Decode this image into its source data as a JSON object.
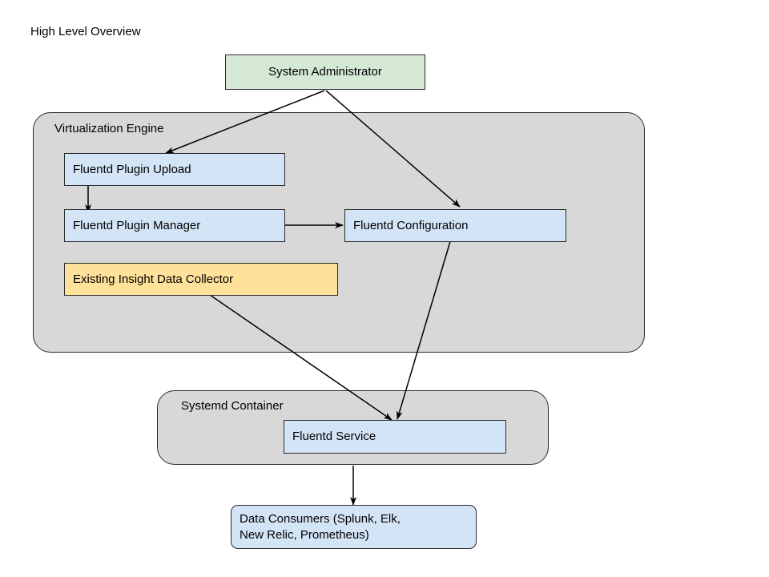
{
  "diagram": {
    "title": "High Level Overview",
    "colors": {
      "actor_fill": "#d5e8d4",
      "component_fill": "#d4e4f7",
      "legacy_fill": "#ffe19a",
      "group_fill": "#d8d8d8",
      "stroke": "#2b2b2b",
      "background": "#ffffff"
    },
    "groups": [
      {
        "id": "virtualization-engine",
        "label": "Virtualization Engine"
      },
      {
        "id": "systemd-container",
        "label": "Systemd Container"
      }
    ],
    "nodes": [
      {
        "id": "system-administrator",
        "label": "System Administrator",
        "fill": "actor"
      },
      {
        "id": "fluentd-plugin-upload",
        "label": "Fluentd Plugin Upload",
        "fill": "component"
      },
      {
        "id": "fluentd-plugin-manager",
        "label": "Fluentd Plugin Manager",
        "fill": "component"
      },
      {
        "id": "fluentd-configuration",
        "label": "Fluentd Configuration",
        "fill": "component"
      },
      {
        "id": "existing-insight-data-collector",
        "label": "Existing Insight Data Collector",
        "fill": "legacy"
      },
      {
        "id": "fluentd-service",
        "label": "Fluentd Service",
        "fill": "component"
      },
      {
        "id": "data-consumers",
        "label": "Data Consumers (Splunk, Elk,\nNew Relic, Prometheus)",
        "fill": "component"
      }
    ],
    "edges": [
      {
        "from": "system-administrator",
        "to": "fluentd-plugin-upload"
      },
      {
        "from": "system-administrator",
        "to": "fluentd-configuration"
      },
      {
        "from": "fluentd-plugin-upload",
        "to": "fluentd-plugin-manager"
      },
      {
        "from": "fluentd-plugin-manager",
        "to": "fluentd-configuration"
      },
      {
        "from": "fluentd-configuration",
        "to": "fluentd-service"
      },
      {
        "from": "existing-insight-data-collector",
        "to": "fluentd-service"
      },
      {
        "from": "fluentd-service",
        "to": "data-consumers"
      }
    ]
  }
}
